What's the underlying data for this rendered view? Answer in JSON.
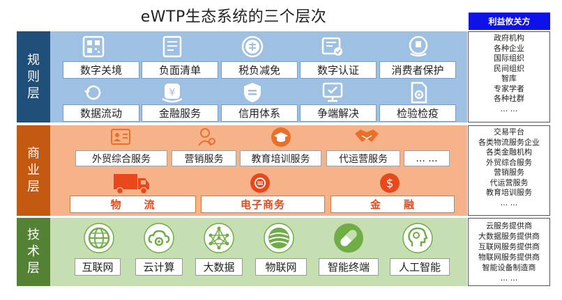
{
  "title": "eWTP生态系统的三个层次",
  "stakeholders_header": "利益攸关方",
  "colors": {
    "governance_bg": "#9dc0e3",
    "governance_label": "#1f4e79",
    "business_bg": "#f6b389",
    "business_label": "#c45911",
    "tech_bg": "#c5dfb3",
    "tech_label": "#548235",
    "stake_header": "#1010e8",
    "icon_gray": "#707070",
    "icon_orange": "#e8702a",
    "icon_green": "#70ad47"
  },
  "layers": {
    "governance": {
      "label_chars": [
        "规",
        "则",
        "层"
      ],
      "items": [
        {
          "label": "数字关境",
          "icon": "qr-code-icon"
        },
        {
          "label": "负面清单",
          "icon": "document-list-icon"
        },
        {
          "label": "税负减免",
          "icon": "tax-stamp-icon"
        },
        {
          "label": "数字认证",
          "icon": "certificate-icon"
        },
        {
          "label": "消费者保护",
          "icon": "protect-hand-icon"
        },
        {
          "label": "数据流动",
          "icon": "data-flow-icon"
        },
        {
          "label": "金融服务",
          "icon": "finance-icon"
        },
        {
          "label": "信用体系",
          "icon": "credit-shield-icon"
        },
        {
          "label": "争端解决",
          "icon": "dispute-monitor-icon"
        },
        {
          "label": "检验检疫",
          "icon": "inspection-icon"
        }
      ],
      "stakeholders": [
        "政府机构",
        "各种企业",
        "国际组织",
        "民间组织",
        "智库",
        "专家学者",
        "各种社群",
        "... ..."
      ]
    },
    "business": {
      "label_chars": [
        "商",
        "业",
        "层"
      ],
      "items": [
        {
          "label": "外贸综合服务",
          "icon": "id-card-icon"
        },
        {
          "label": "营销服务",
          "icon": "location-person-icon"
        },
        {
          "label": "教育培训服务",
          "icon": "graduation-cap-icon"
        },
        {
          "label": "代运营服务",
          "icon": "handshake-icon"
        },
        {
          "label": "... ...",
          "icon": ""
        }
      ],
      "big_items": [
        {
          "label": "物　　流",
          "icon": "truck-icon"
        },
        {
          "label": "电子商务",
          "icon": "ecommerce-icon"
        },
        {
          "label": "金　　融",
          "icon": "dollar-icon"
        }
      ],
      "stakeholders": [
        "交易平台",
        "各类物流服务企业",
        "各类金融机构",
        "外贸综合服务",
        "营销服务",
        "代运营服务",
        "教育培训服务",
        "... ..."
      ]
    },
    "tech": {
      "label_chars": [
        "技",
        "术",
        "层"
      ],
      "items": [
        {
          "label": "互联网",
          "icon": "globe-icon"
        },
        {
          "label": "云计算",
          "icon": "cloud-gear-icon"
        },
        {
          "label": "大数据",
          "icon": "network-icon"
        },
        {
          "label": "物联网",
          "icon": "iot-sphere-icon"
        },
        {
          "label": "智能终端",
          "icon": "pill-icon"
        },
        {
          "label": "人工智能",
          "icon": "ai-head-icon"
        }
      ],
      "stakeholders": [
        "云服务提供商",
        "大数据服务提供商",
        "互联网服务提供商",
        "物联网服务提供商",
        "智能设备制造商",
        "... ..."
      ]
    }
  }
}
